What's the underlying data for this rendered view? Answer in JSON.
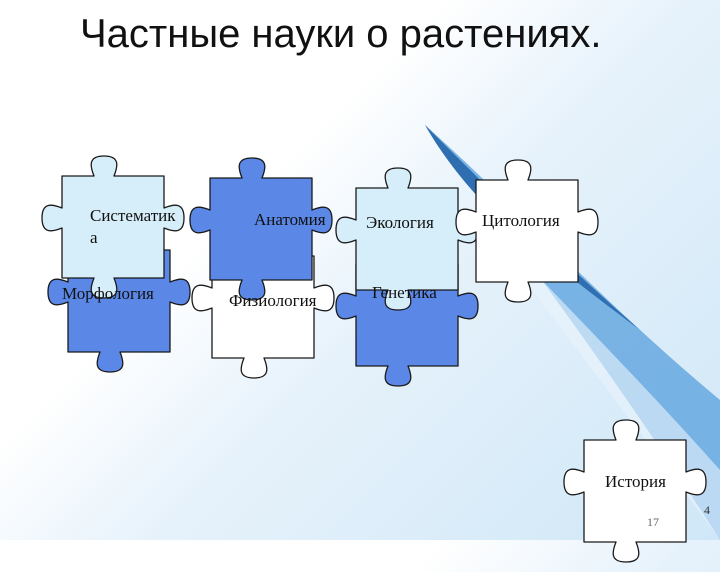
{
  "slide": {
    "title": "Частные науки о растениях.",
    "page_number": "17",
    "corner_mark": "4"
  },
  "pieces": {
    "sistematika_line1": "Систематик",
    "sistematika_line2": "а",
    "anatomiya": "Анатомия",
    "ekologiya": "Экология",
    "tsitologiya": "Цитология",
    "morfologiya": "Морфология",
    "fiziologiya": "Физиология",
    "genetika": "Генетика",
    "istoriya": "История"
  },
  "colors": {
    "light_piece": "#d6eef9",
    "dark_piece": "#5b87e6",
    "white_piece": "#ffffff",
    "swoosh_dark": "#2f6eb0",
    "swoosh_light": "#66a8e0"
  }
}
